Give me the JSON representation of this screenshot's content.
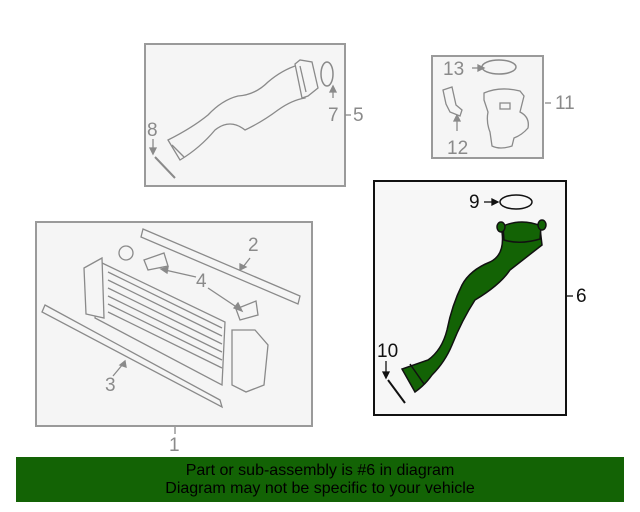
{
  "diagram": {
    "groups": [
      {
        "id": "1",
        "callout": "1",
        "items": [
          "2",
          "3",
          "4"
        ]
      },
      {
        "id": "5",
        "callout": "5",
        "items": [
          "7",
          "8"
        ]
      },
      {
        "id": "11",
        "callout": "11",
        "items": [
          "12",
          "13"
        ]
      },
      {
        "id": "6",
        "callout": "6",
        "items": [
          "9",
          "10"
        ],
        "highlighted": true
      }
    ],
    "labels": {
      "l1": "1",
      "l2": "2",
      "l3": "3",
      "l4": "4",
      "l5": "5",
      "l6": "6",
      "l7": "7",
      "l8": "8",
      "l9": "9",
      "l10": "10",
      "l11": "11",
      "l12": "12",
      "l13": "13"
    },
    "colors": {
      "highlight": "#136305",
      "outline_gray": "#9a9a9a",
      "outline_dark": "#111111",
      "box_fill": "#f5f5f5"
    }
  },
  "banner": {
    "line1": "Part or sub-assembly is #6 in diagram",
    "line2": "Diagram may not be specific to your vehicle"
  }
}
